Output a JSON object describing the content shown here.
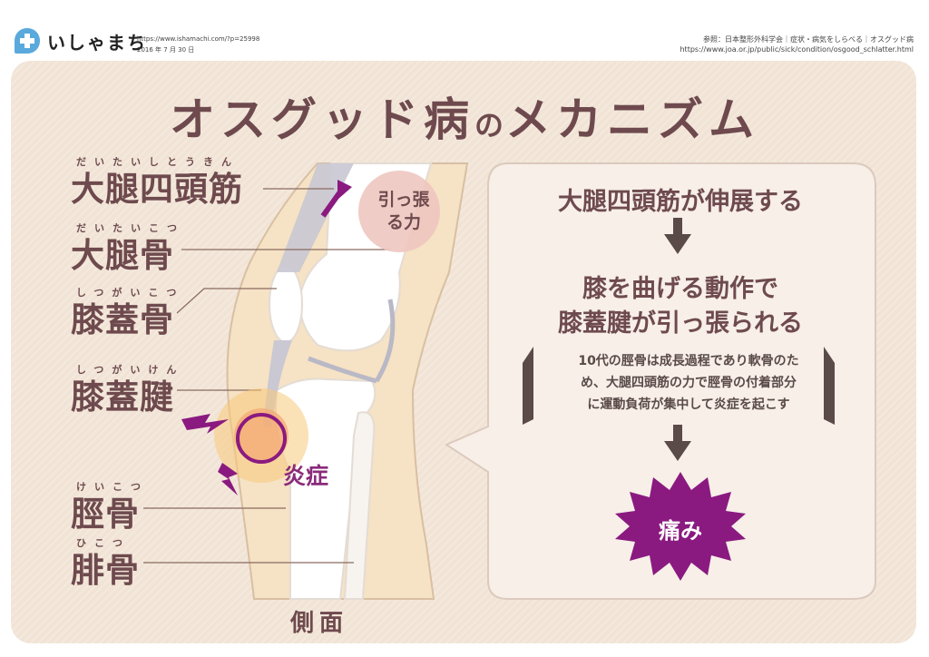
{
  "header": {
    "logo_text": "いしゃまち",
    "source_url": "https://www.ishamachi.com/?p=25998",
    "date": "2016 年 7 月 30 日",
    "reference_line1": "参照：日本整形外科学会｜症状・病気をしらべる｜オスグッド病",
    "reference_line2": "https://www.joa.or.jp/public/sick/condition/osgood_schlatter.html"
  },
  "title": {
    "main": "オスグッド病",
    "particle": "の",
    "rest": "メカニズム"
  },
  "labels": [
    {
      "ruby": "だいたいしとうきん",
      "text": "大腿四頭筋"
    },
    {
      "ruby": "だいたいこつ",
      "text": "大腿骨"
    },
    {
      "ruby": "しつがいこつ",
      "text": "膝蓋骨"
    },
    {
      "ruby": "しつがいけん",
      "text": "膝蓋腱"
    },
    {
      "ruby": "けいこつ",
      "text": "脛骨"
    },
    {
      "ruby": "ひこつ",
      "text": "腓骨"
    }
  ],
  "diagram": {
    "pull_force_line1": "引っ張",
    "pull_force_line2": "る力",
    "inflammation": "炎症",
    "view": "側面"
  },
  "mechanism": {
    "step1": "大腿四頭筋が伸展する",
    "step2_line1": "膝を曲げる動作で",
    "step2_line2": "膝蓋腱が引っ張られる",
    "note_line1": "10代の脛骨は成長過程であり軟骨のた",
    "note_line2": "め、大腿四頭筋の力で脛骨の付着部分",
    "note_line3": "に運動負荷が集中して炎症を起こす",
    "result": "痛み"
  },
  "colors": {
    "panel_bg": "#f1e4d6",
    "title": "#6e4a4e",
    "accent_purple": "#8a1a80",
    "pain_bg": "#8a1a80",
    "bubble_bg": "#f7efe8",
    "glow": "#f7c87a"
  },
  "icons": [
    "cross-logo-icon",
    "arrow-down-icon",
    "lightning-icon",
    "pull-arrow-icon"
  ]
}
